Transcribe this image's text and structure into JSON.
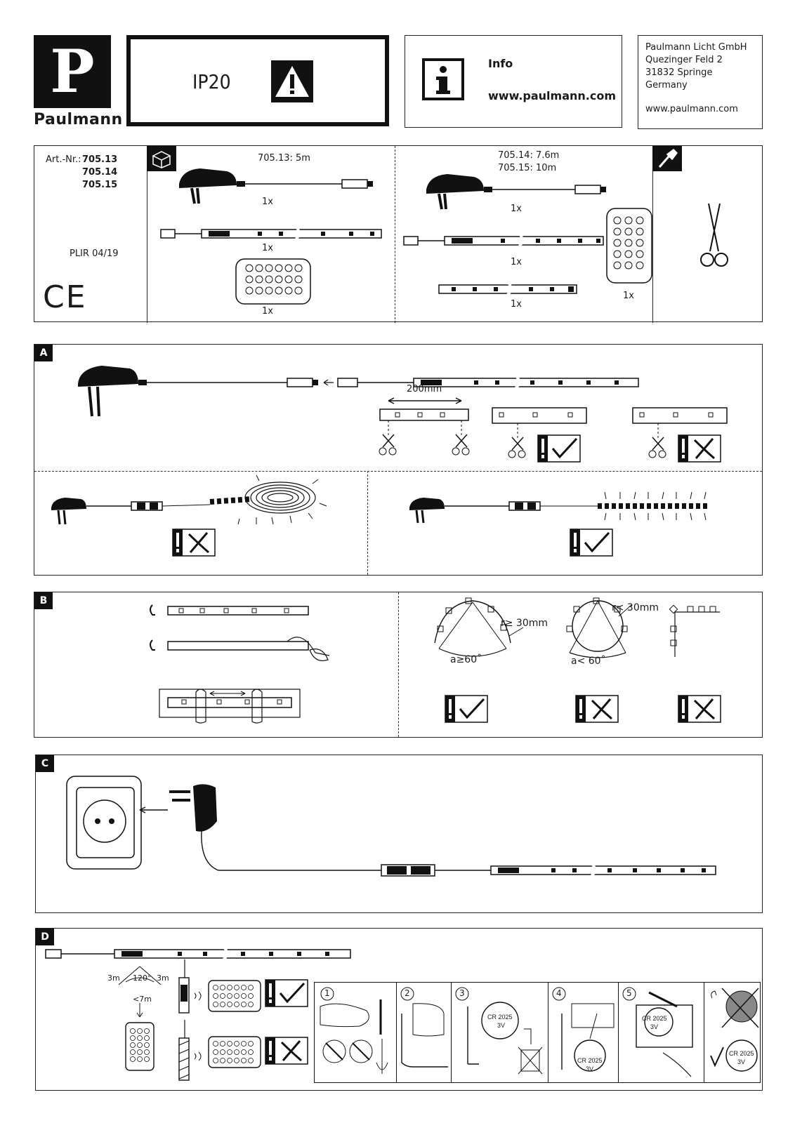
{
  "header": {
    "brand": "Paulmann",
    "logo_letter": "P",
    "ip_rating": "IP20",
    "info_label": "Info",
    "info_url": "www.paulmann.com",
    "address": [
      "Paulmann Licht GmbH",
      "Quezinger Feld 2",
      "31832 Springe",
      "Germany"
    ],
    "address_url": "www.paulmann.com"
  },
  "contents": {
    "art_label": "Art.-Nr.:",
    "art_numbers": [
      "705.13",
      "705.14",
      "705.15"
    ],
    "plir": "PLIR 04/19",
    "ce": "CE",
    "variant_a": "705.13: 5m",
    "variant_b_1": "705.14: 7.6m",
    "variant_b_2": "705.15: 10m",
    "qty": "1x"
  },
  "sections": {
    "a": "A",
    "b": "B",
    "c": "C",
    "d": "D"
  },
  "section_a": {
    "dimension": "200mm"
  },
  "section_b": {
    "radius_ok": "r≥ 30mm",
    "angle_ok": "a≥60˚",
    "radius_bad": "r< 30mm",
    "angle_bad": "a< 60˚"
  },
  "section_d": {
    "range_left": "3m",
    "range_right": "3m",
    "angle": "120°",
    "distance": "<7m",
    "steps": [
      "1",
      "2",
      "3",
      "4",
      "5"
    ],
    "battery": "CR 2025",
    "battery_v": "3V"
  },
  "icons": {
    "ok": "check-icon",
    "bad": "cross-icon",
    "warning": "warning-icon"
  }
}
